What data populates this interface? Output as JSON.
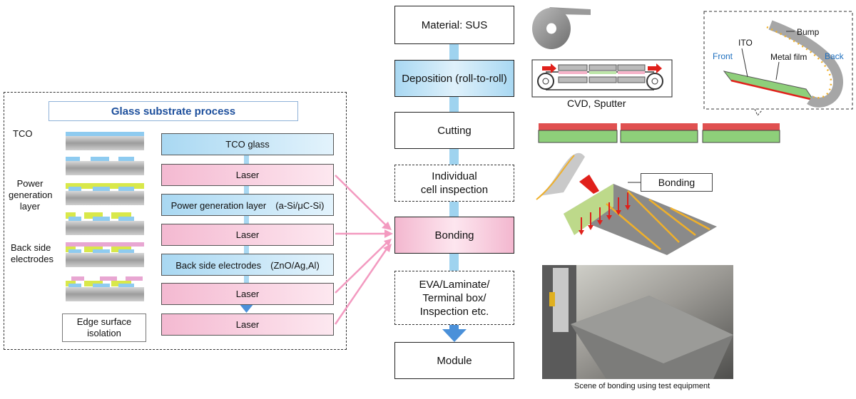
{
  "glass": {
    "title": "Glass substrate process",
    "side_labels": {
      "tco": "TCO",
      "power": [
        "Power",
        "generation",
        "layer"
      ],
      "back": [
        "Back side",
        "electrodes"
      ]
    },
    "edge_isolation": [
      "Edge surface",
      "isolation"
    ],
    "steps": [
      {
        "label": "TCO glass",
        "color": "blue"
      },
      {
        "label": "Laser",
        "color": "pink"
      },
      {
        "label": "Power generation layer　(a-Si/μC-Si)",
        "color": "blue"
      },
      {
        "label": "Laser",
        "color": "pink"
      },
      {
        "label": "Back side electrodes　(ZnO/Ag,Al)",
        "color": "blue"
      },
      {
        "label": "Laser",
        "color": "pink"
      },
      {
        "label": "Laser",
        "color": "pink"
      }
    ]
  },
  "main_flow": {
    "steps": [
      {
        "label": [
          "Material: SUS"
        ],
        "style": "solid"
      },
      {
        "label": [
          "Deposition (roll-to-roll)"
        ],
        "style": "blue"
      },
      {
        "label": [
          "Cutting"
        ],
        "style": "solid"
      },
      {
        "label": [
          "Individual",
          "cell inspection"
        ],
        "style": "dashed"
      },
      {
        "label": [
          "Bonding"
        ],
        "style": "pink"
      },
      {
        "label": [
          "EVA/Laminate/",
          "Terminal box/",
          "Inspection etc."
        ],
        "style": "dashed"
      },
      {
        "label": [
          "Module"
        ],
        "style": "solid"
      }
    ]
  },
  "illustrations": {
    "deposition_caption": "CVD, Sputter",
    "bonding_callout": "Bonding",
    "photo_caption": "Scene of bonding using test equipment",
    "detail_labels": {
      "front": "Front",
      "back": "Back",
      "ito": "ITO",
      "metal_film": "Metal film",
      "bump": "Bump"
    }
  },
  "colors": {
    "pink_arrow": "#f39ac0",
    "blue_arrow": "#4a90d9",
    "title_blue": "#1d4f9c",
    "front_back_blue": "#1d6fbf",
    "red": "#e0201b"
  }
}
